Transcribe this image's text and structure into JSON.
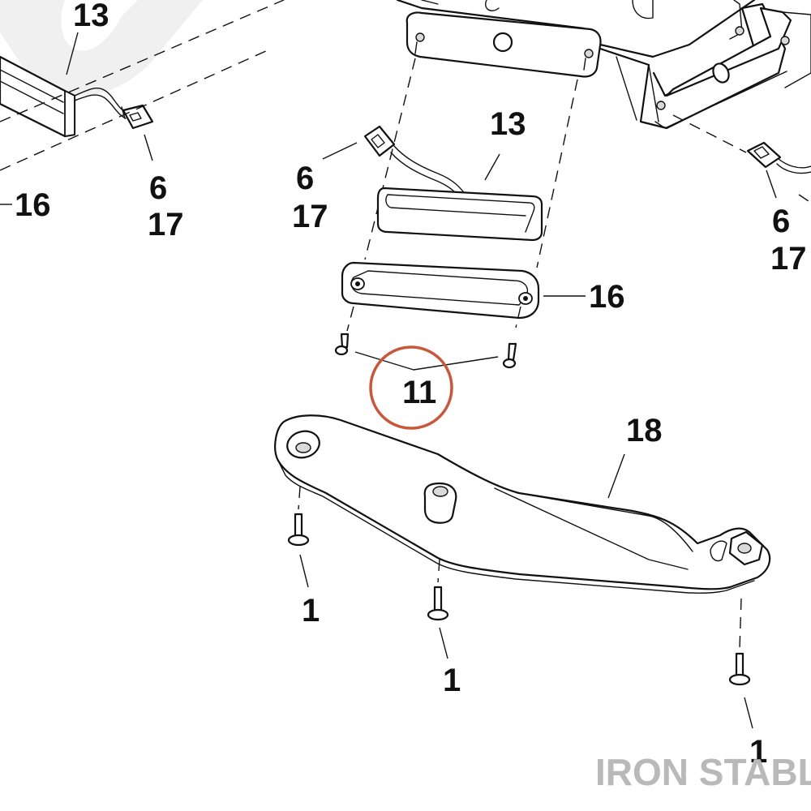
{
  "labels": {
    "top_left_13": "13",
    "left_16": "16",
    "left_6": "6",
    "left_17": "17",
    "center_13": "13",
    "center_6": "6",
    "center_17": "17",
    "center_16": "16",
    "screws_11": "11",
    "right_6": "6",
    "right_17": "17",
    "bracket_18": "18",
    "bolt_a_1": "1",
    "bolt_b_1": "1",
    "bolt_c_1": "1"
  },
  "highlight": {
    "label": "11",
    "color": "#c8583a"
  },
  "watermark": "IRON STABLE",
  "colors": {
    "line": "#111111",
    "watermark": "#b9b9b9",
    "callout": "#c8583a"
  }
}
